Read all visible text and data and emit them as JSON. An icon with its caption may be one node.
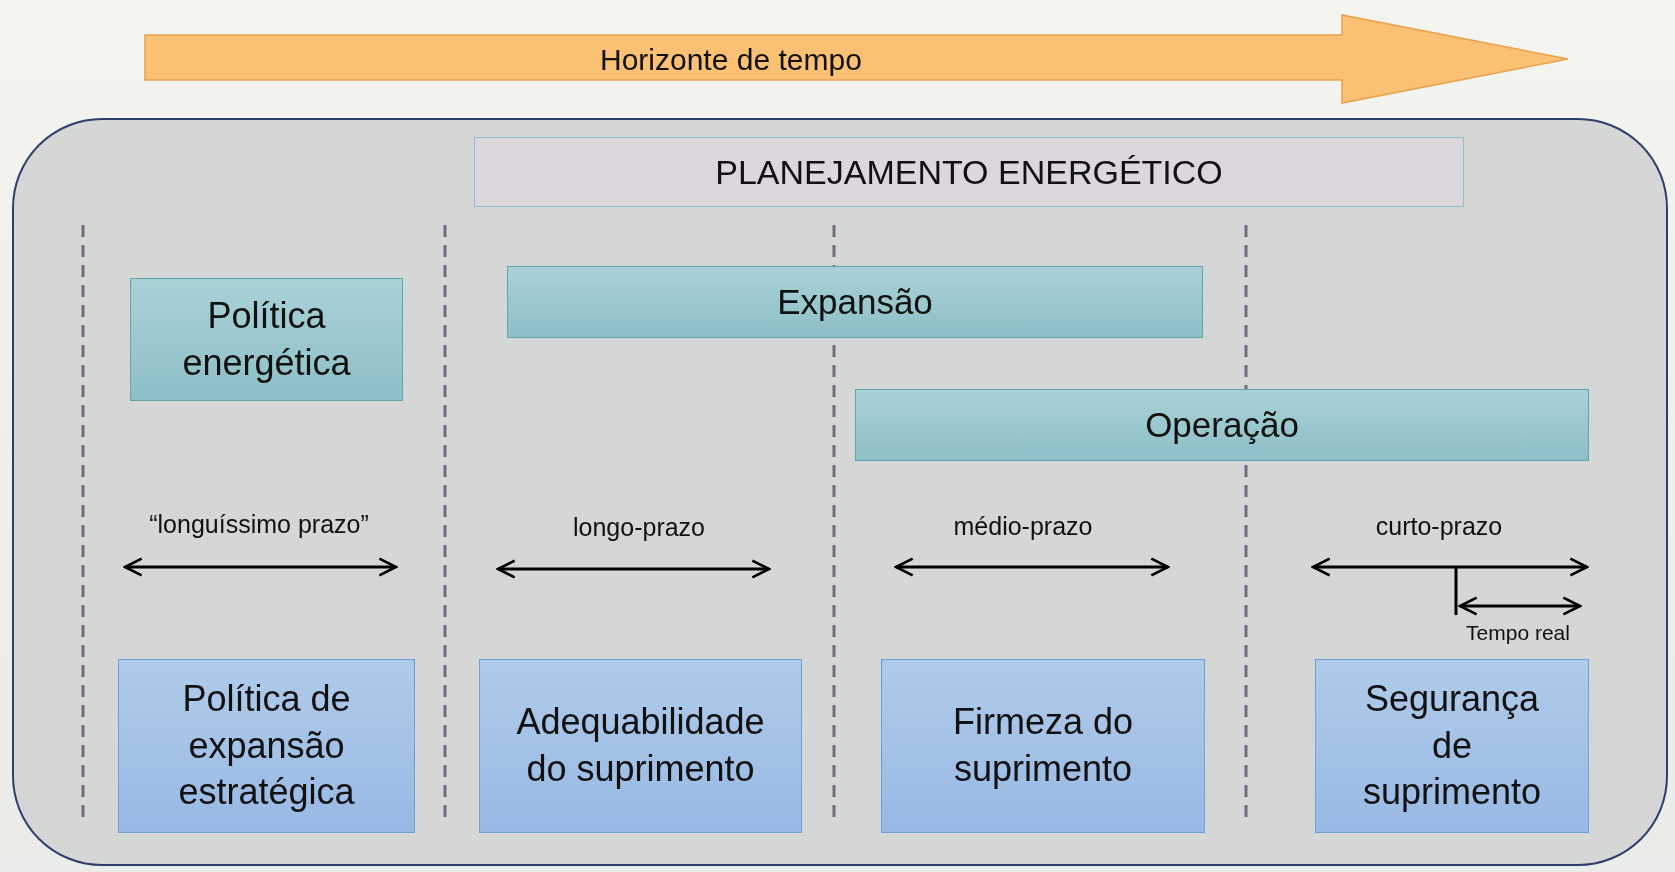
{
  "diagram": {
    "nodes": [
      {
        "text": [
          "Horizonte de tempo"
        ]
      },
      {
        "text": [],
        "shape": "box"
      },
      {
        "text": [
          "PLANEJAMENTO ENERGÉTICO"
        ],
        "in": 1
      },
      {
        "text": [
          "Política energética"
        ],
        "in": 1
      },
      {
        "text": [
          "Expansão"
        ],
        "in": 1
      },
      {
        "text": [
          "Operação"
        ],
        "in": 1
      },
      {
        "text": [
          "Política de expansão estratégica"
        ],
        "in": 1
      },
      {
        "text": [
          "Adequabilidade do suprimento"
        ],
        "in": 1
      },
      {
        "text": [
          "Firmeza do suprimento"
        ],
        "in": 1
      },
      {
        "text": [
          "Segurança de suprimento"
        ],
        "in": 1
      }
    ],
    "edges": [],
    "labels": [
      "“longuíssimo prazo”",
      "longo-prazo",
      "médio-prazo",
      "curto-prazo",
      "Tempo real"
    ]
  }
}
